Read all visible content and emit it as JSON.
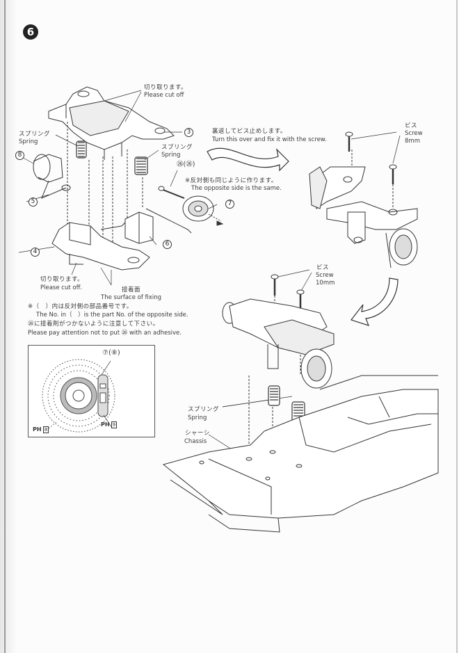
{
  "step": {
    "number": "6"
  },
  "labels": {
    "cut_off_top": {
      "jp": "切り取ります。",
      "en": "Please cut off"
    },
    "spring_left": {
      "jp": "スプリング",
      "en": "Spring"
    },
    "spring_right": {
      "jp": "スプリング",
      "en": "Spring"
    },
    "part_26": {
      "text": "㉖(㉖)"
    },
    "opposite_same": {
      "jp": "※反対側も同じように作ります。",
      "en": "The opposite side is the same."
    },
    "turn_over": {
      "jp": "裏返してビス止めします。",
      "en": "Turn this over and fix it with the screw."
    },
    "screw_8mm": {
      "jp": "ビス",
      "en": "Screw",
      "size": "8mm"
    },
    "screw_10mm": {
      "jp": "ビス",
      "en": "Screw",
      "size": "10mm"
    },
    "cut_off_bottom": {
      "jp": "切り取ります。",
      "en": "Please cut off."
    },
    "surface_fixing": {
      "jp": "接着面",
      "en": "The surface of fixing"
    },
    "spring_chassis": {
      "jp": "スプリング",
      "en": "Spring"
    },
    "chassis": {
      "jp": "シャーシ",
      "en": "Chassis"
    }
  },
  "notes": {
    "line1_jp": "※（　）内は反対側の部品番号です。",
    "line1_en": "The No. in（　）is the part No. of the opposite side.",
    "line2_jp": "㉖に接着剤がつかないように注意して下さい。",
    "line2_en": "Please pay attention not to put ㉖ with an adhesive."
  },
  "part_numbers": {
    "p3": "3",
    "p4": "4",
    "p5": "5",
    "p6": "6",
    "p7": "7",
    "p8": "8"
  },
  "inset": {
    "label": "⑦(⑧)",
    "ph_left": {
      "prefix": "PH",
      "num": "8"
    },
    "ph_right": {
      "prefix": "PH",
      "num": "9"
    }
  },
  "icons": [
    "curved-arrow-right",
    "curved-arrow-down-left",
    "screw",
    "spring",
    "brake-disc"
  ]
}
